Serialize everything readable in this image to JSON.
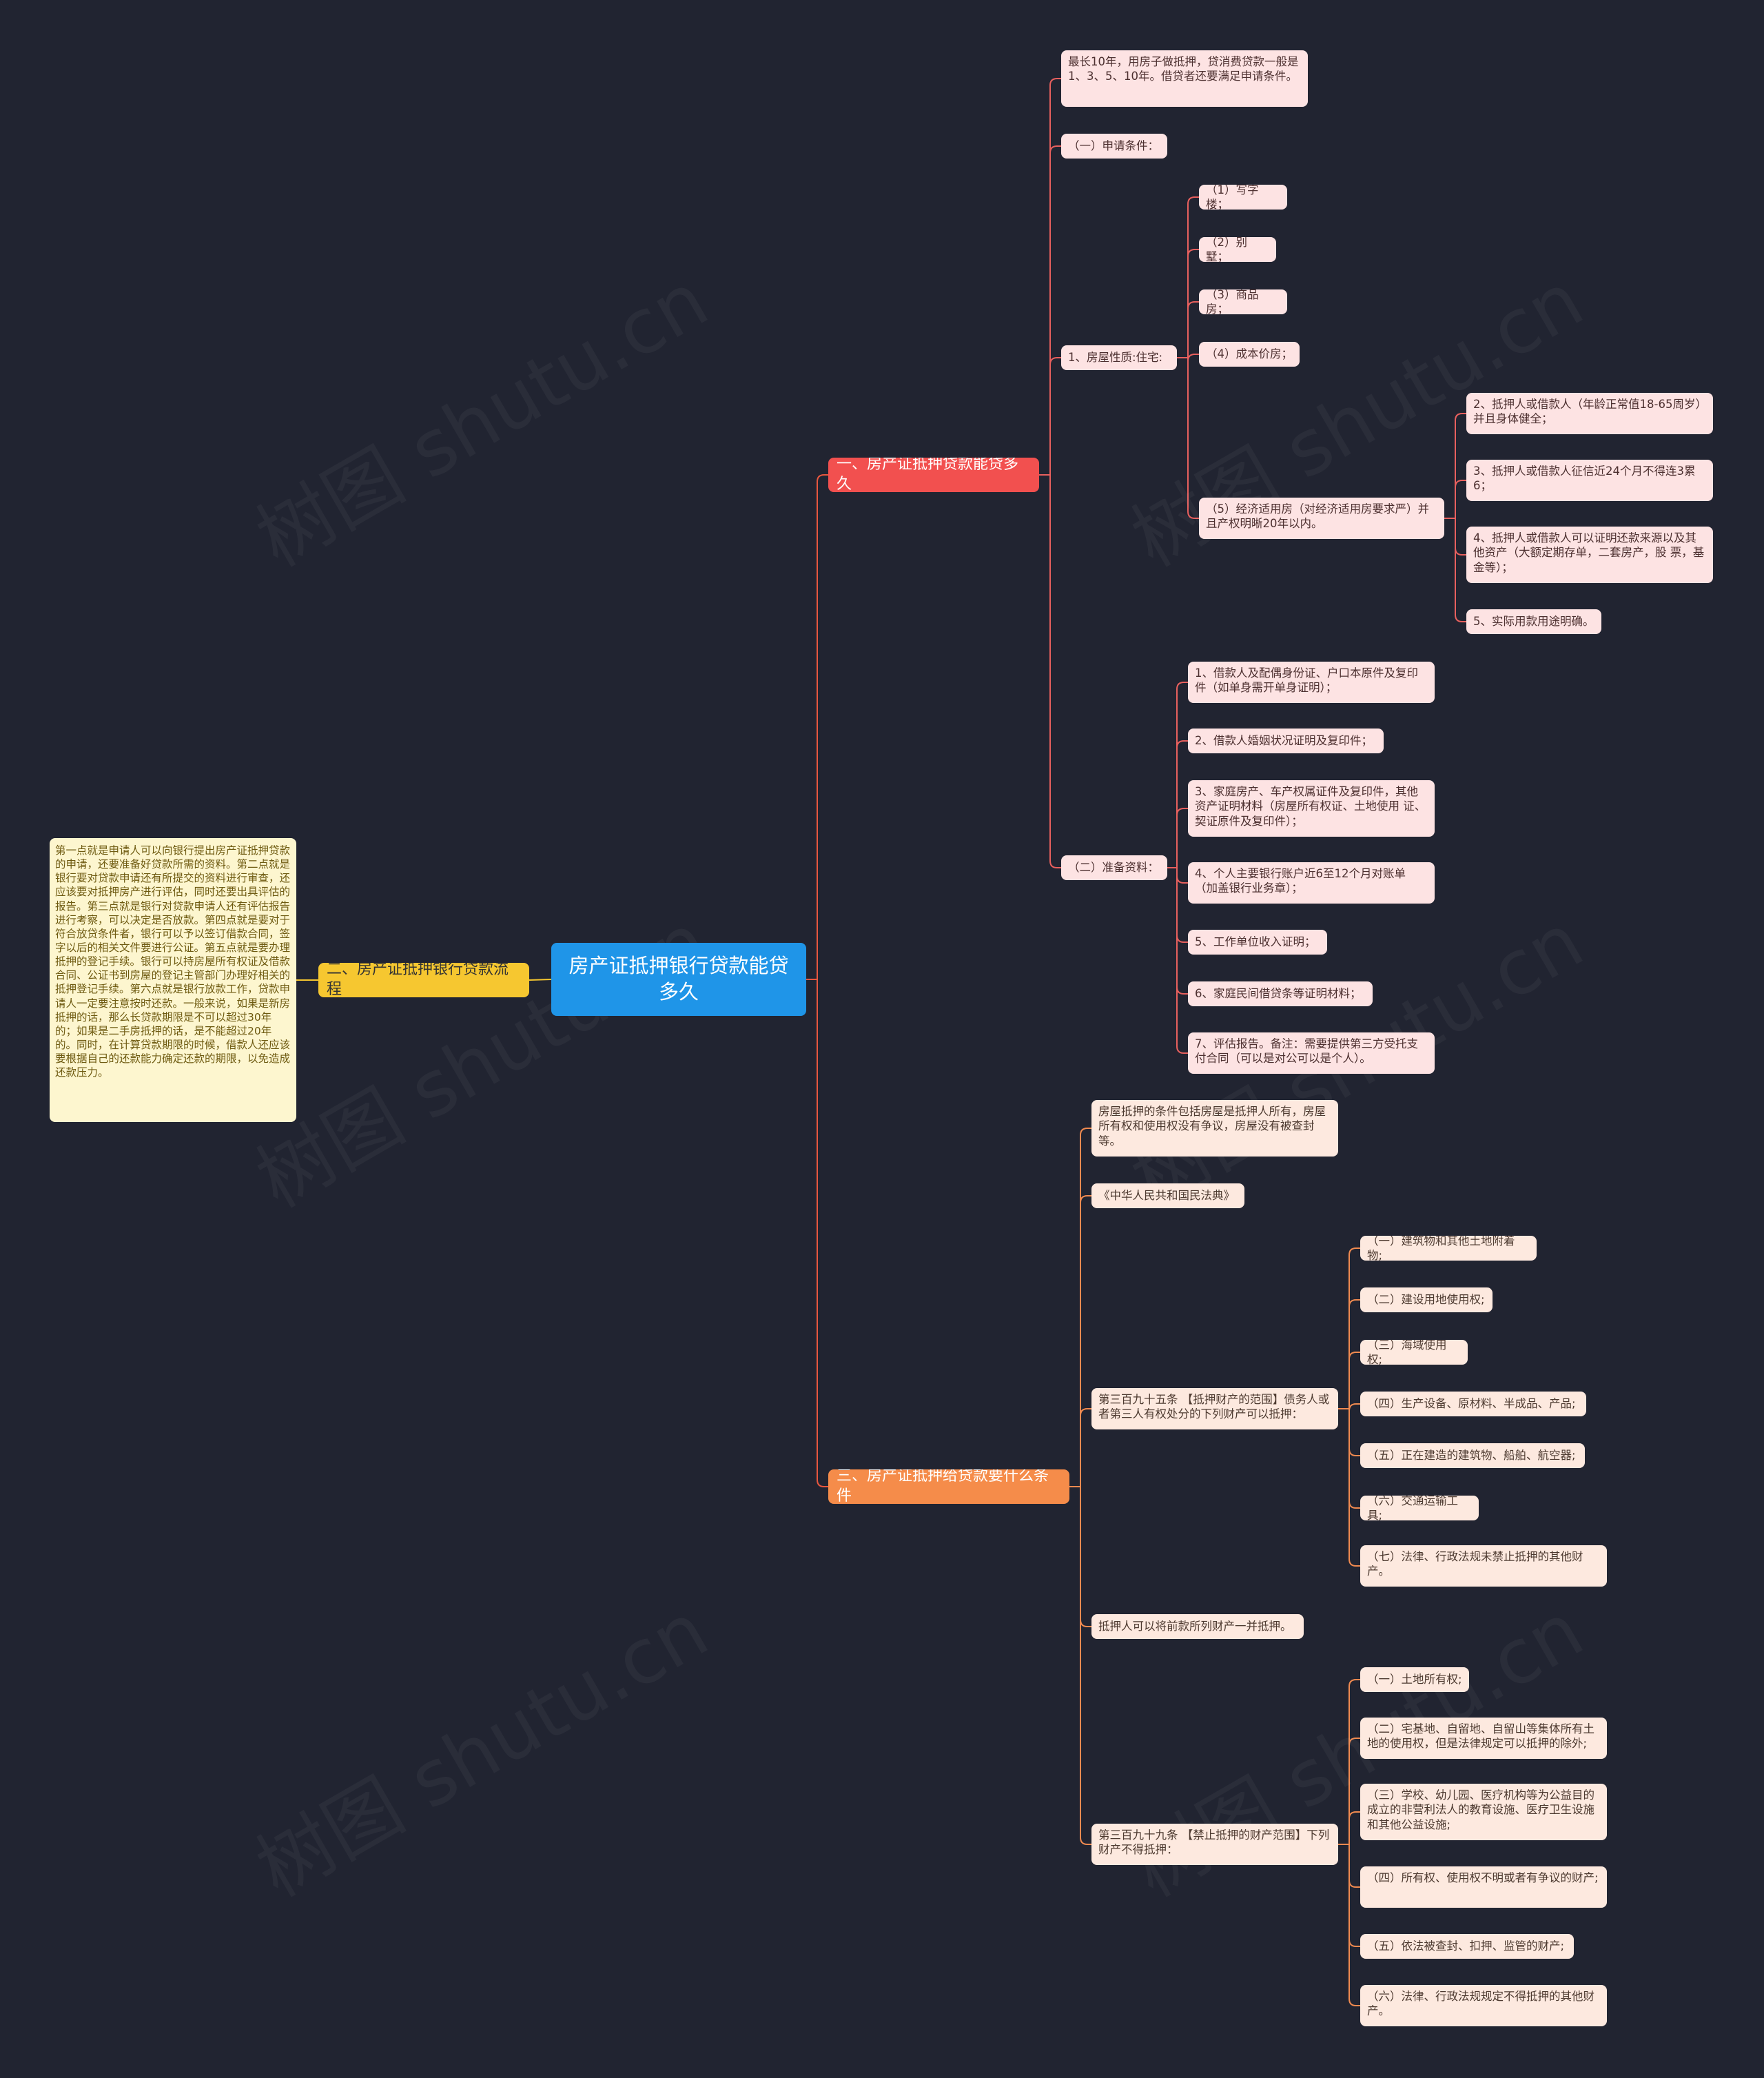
{
  "watermark": "树图 shutu.cn",
  "colors": {
    "background": "#212431",
    "root": "#1f95e8",
    "branch1": "#f2504f",
    "branch2": "#f6c730",
    "branch3": "#f58c4a"
  },
  "root": {
    "label": "房产证抵押银行贷款能贷多久"
  },
  "branch1": {
    "label": "一、房产证抵押贷款能贷多久",
    "intro": "最长10年，用房子做抵押，贷消费贷款一般是1、3、5、10年。借贷者还要满足申请条件。",
    "conditions_label": "（一）申请条件：",
    "property_type": {
      "label": "1、房屋性质:住宅:",
      "items": [
        "（1）写字楼；",
        "（2）别墅；",
        "（3）商品房；",
        "（4）成本价房；"
      ],
      "economic": {
        "label": "（5）经济适用房（对经济适用房要求严）并且产权明晰20年以内。",
        "items": [
          "2、抵押人或借款人（年龄正常值18-65周岁）并且身体健全；",
          "3、抵押人或借款人征信近24个月不得连3累6；",
          "4、抵押人或借款人可以证明还款来源以及其他资产（大额定期存单，二套房产，股 票，基金等）；",
          "5、实际用款用途明确。"
        ]
      }
    },
    "materials": {
      "label": "（二）准备资料：",
      "items": [
        "1、借款人及配偶身份证、户口本原件及复印件（如单身需开单身证明）；",
        "2、借款人婚姻状况证明及复印件；",
        "3、家庭房产、车产权属证件及复印件，其他资产证明材料（房屋所有权证、土地使用 证、契证原件及复印件）；",
        "4、个人主要银行账户近6至12个月对账单（加盖银行业务章）；",
        "5、工作单位收入证明；",
        "6、家庭民间借贷条等证明材料；",
        "7、评估报告。备注：需要提供第三方受托支付合同（可以是对公可以是个人）。"
      ]
    }
  },
  "branch2": {
    "label": "二、房产证抵押银行贷款流程",
    "detail": "第一点就是申请人可以向银行提出房产证抵押贷款的申请，还要准备好贷款所需的资料。第二点就是银行要对贷款申请还有所提交的资料进行审查，还应该要对抵押房产进行评估，同时还要出具评估的报告。第三点就是银行对贷款申请人还有评估报告进行考察，可以决定是否放款。第四点就是要对于符合放贷条件者，银行可以予以签订借款合同，签字以后的相关文件要进行公证。第五点就是要办理抵押的登记手续。银行可以持房屋所有权证及借款合同、公证书到房屋的登记主管部门办理好相关的抵押登记手续。第六点就是银行放款工作，贷款申请人一定要注意按时还款。一般来说，如果是新房抵押的话，那么长贷款期限是不可以超过30年的；如果是二手房抵押的话，是不能超过20年的。同时，在计算贷款期限的时候，借款人还应该要根据自己的还款能力确定还款的期限，以免造成还款压力。"
  },
  "branch3": {
    "label": "三、房产证抵押给贷款要什么条件",
    "intro": "房屋抵押的条件包括房屋是抵押人所有，房屋所有权和使用权没有争议，房屋没有被查封等。",
    "law": "《中华人民共和国民法典》",
    "art395": {
      "label": "第三百九十五条 【抵押财产的范围】债务人或者第三人有权处分的下列财产可以抵押：",
      "items": [
        "（一）建筑物和其他土地附着物;",
        "（二）建设用地使用权;",
        "（三）海域使用权;",
        "（四）生产设备、原材料、半成品、产品;",
        "（五）正在建造的建筑物、船舶、航空器;",
        "（六）交通运输工具;",
        "（七）法律、行政法规未禁止抵押的其他财产。"
      ]
    },
    "combined": "抵押人可以将前款所列财产一并抵押。",
    "art399": {
      "label": "第三百九十九条 【禁止抵押的财产范围】下列财产不得抵押：",
      "items": [
        "（一）土地所有权;",
        "（二）宅基地、自留地、自留山等集体所有土地的使用权，但是法律规定可以抵押的除外;",
        "（三）学校、幼儿园、医疗机构等为公益目的成立的非营利法人的教育设施、医疗卫生设施和其他公益设施;",
        "（四）所有权、使用权不明或者有争议的财产;",
        "（五）依法被查封、扣押、监管的财产;",
        "（六）法律、行政法规规定不得抵押的其他财产。"
      ]
    }
  }
}
